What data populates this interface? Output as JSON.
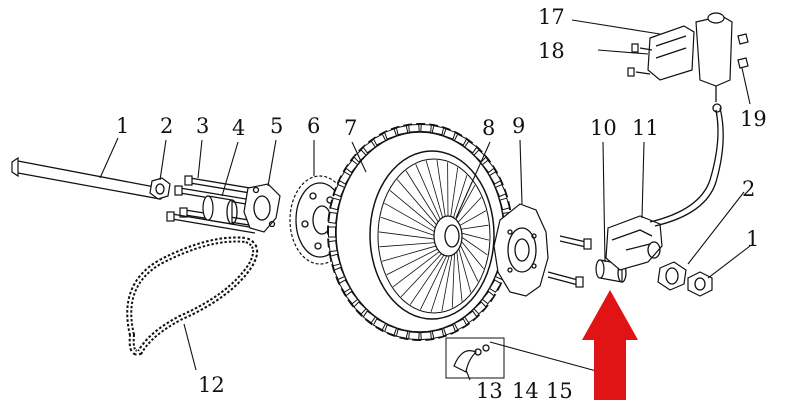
{
  "labels": {
    "l1a": "1",
    "l2a": "2",
    "l3": "3",
    "l4": "4",
    "l5": "5",
    "l6": "6",
    "l7": "7",
    "l8": "8",
    "l9": "9",
    "l10": "10",
    "l11": "11",
    "l12": "12",
    "l13": "13",
    "l14": "14",
    "l15": "15",
    "l17": "17",
    "l18": "18",
    "l19": "19",
    "l2b": "2",
    "l1b": "1"
  },
  "colors": {
    "arrow": "#e01414",
    "ink": "#111111"
  }
}
